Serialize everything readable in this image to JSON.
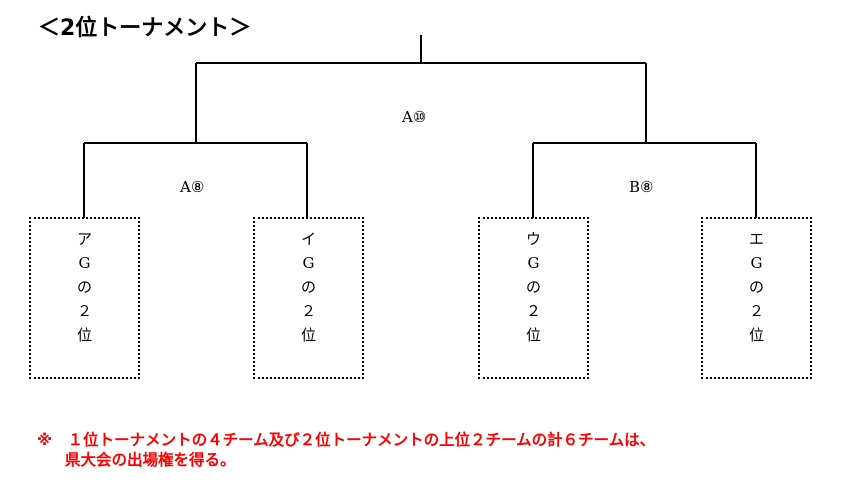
{
  "title": "＜2位トーナメント＞",
  "matches": {
    "final": "A⑩",
    "left": "A⑧",
    "right": "B⑧"
  },
  "teams": [
    [
      "ア",
      "G",
      "の",
      "２",
      "位"
    ],
    [
      "イ",
      "G",
      "の",
      "２",
      "位"
    ],
    [
      "ウ",
      "G",
      "の",
      "２",
      "位"
    ],
    [
      "エ",
      "G",
      "の",
      "２",
      "位"
    ]
  ],
  "note": {
    "line1": "※　１位トーナメントの４チーム及び２位トーナメントの上位２チームの計６チームは、",
    "line2": "県大会の出場権を得る。"
  },
  "colors": {
    "line": "#000000",
    "note": "#ff0000"
  }
}
